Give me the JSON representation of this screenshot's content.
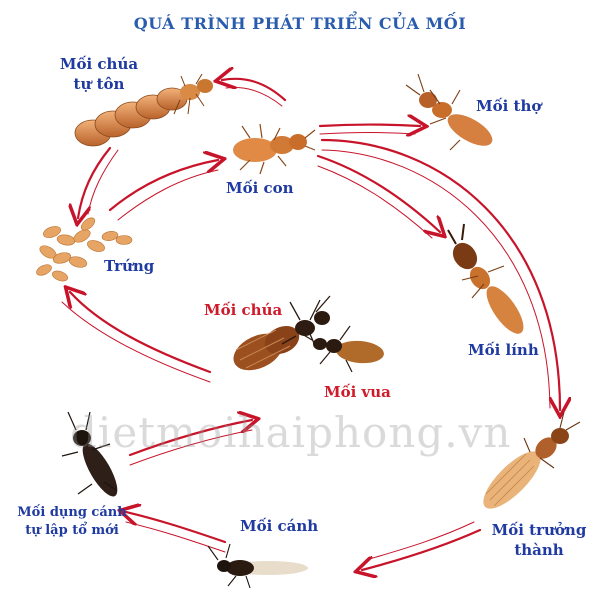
{
  "title": "QUÁ TRÌNH PHÁT TRIỂN CỦA MỐI",
  "watermark": "dietmoihaiphong.vn",
  "colors": {
    "title": "#2a5cae",
    "label": "#1f3aa0",
    "label_accent": "#d01a2a",
    "arrow": "#c8142a",
    "insect_body": "#c9772f",
    "insect_dark": "#3a2a20"
  },
  "stages": {
    "moi_chua_tu_ton": {
      "line1": "Mối chúa",
      "line2": "tự tôn"
    },
    "moi_tho": {
      "label": "Mối thợ"
    },
    "moi_con": {
      "label": "Mối con"
    },
    "trung": {
      "label": "Trứng"
    },
    "moi_chua": {
      "label": "Mối chúa"
    },
    "moi_vua": {
      "label": "Mối vua"
    },
    "moi_linh": {
      "label": "Mối lính"
    },
    "moi_truong_thanh": {
      "line1": "Mối trưởng",
      "line2": "thành"
    },
    "moi_canh": {
      "label": "Mối cánh"
    },
    "moi_dung_canh": {
      "line1": "Mối dụng cánh",
      "line2": "tự lập tổ mới"
    }
  }
}
